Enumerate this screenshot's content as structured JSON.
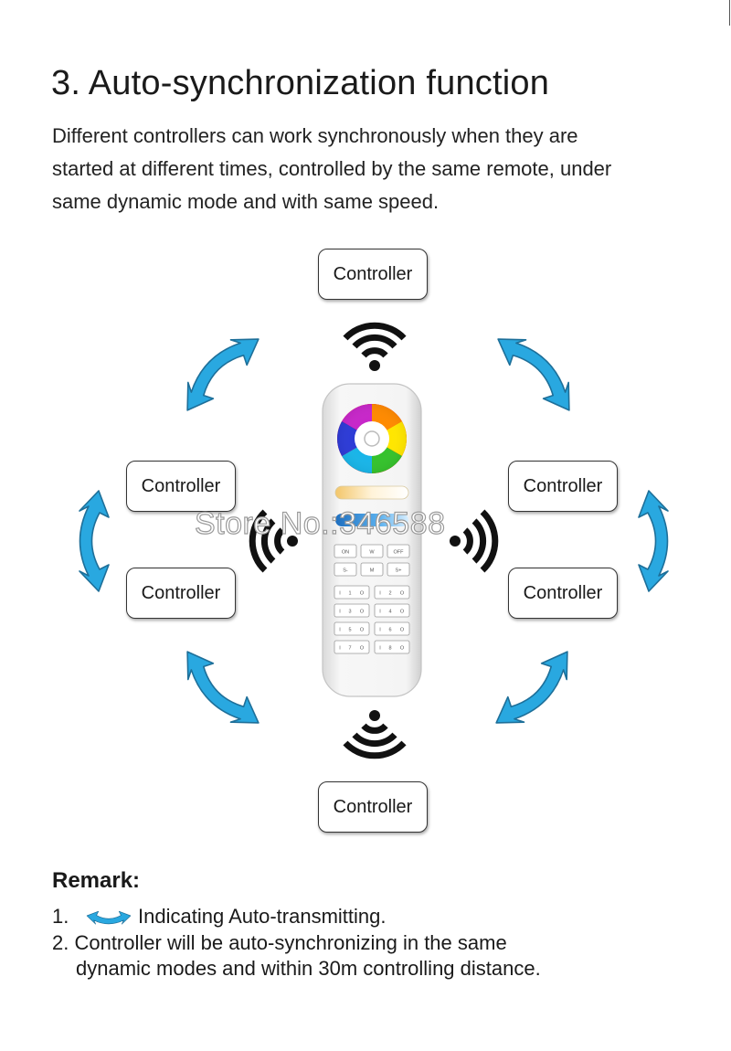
{
  "title": "3. Auto-synchronization function",
  "intro_lines": [
    "Different controllers can work synchronously when they are",
    "started at different times, controlled by the same remote, under",
    "same dynamic mode and with same speed."
  ],
  "controllers": [
    "Controller",
    "Controller",
    "Controller",
    "Controller",
    "Controller",
    "Controller"
  ],
  "icons": {
    "sync_arrow": "sync-arrow-icon",
    "wireless": "wireless-signal-icon",
    "remote": "remote-control"
  },
  "remote": {
    "buttons_row1": [
      "ON",
      "W",
      "OFF"
    ],
    "buttons_row2": [
      "S-",
      "M",
      "S+"
    ],
    "zones": [
      "1",
      "2",
      "3",
      "4",
      "5",
      "6",
      "7",
      "8"
    ]
  },
  "watermark": "Store No.:346588",
  "remark": {
    "title": "Remark:",
    "item1_num": "1.",
    "item1_text": "Indicating Auto-transmitting.",
    "item2_line1": "2. Controller will be auto-synchronizing in the same",
    "item2_line2": "dynamic modes and within 30m controlling distance."
  },
  "colors": {
    "arrow": "#29a8e0",
    "arrow_outline": "#1e6f99",
    "text": "#1a1a1a"
  }
}
